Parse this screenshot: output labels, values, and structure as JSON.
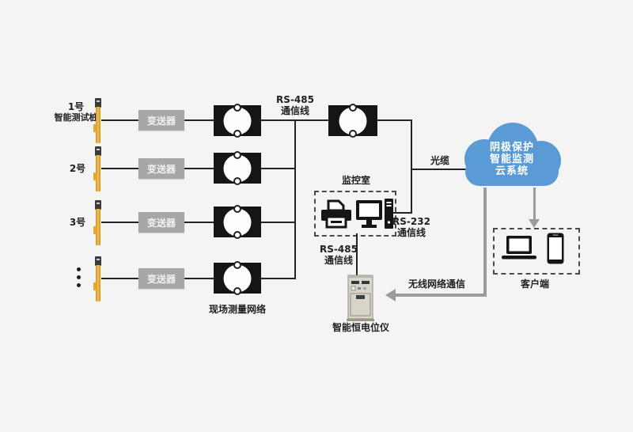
{
  "colors": {
    "background": "#f4f4f5",
    "cloud_blue": "#5b9bd5",
    "transmitter_gray": "#a7a7a7",
    "line_dark": "#242424",
    "line_gray": "#9b9b9b",
    "pile_yellow": "#f2c24f"
  },
  "rows": [
    {
      "label_top": "1号",
      "label_bottom": "智能测试桩",
      "transmitter": "变送器"
    },
    {
      "label_top": "2号",
      "transmitter": "变送器"
    },
    {
      "label_top": "3号",
      "transmitter": "变送器"
    },
    {
      "transmitter": "变送器"
    }
  ],
  "labels": {
    "rs485_top_l1": "RS-485",
    "rs485_top_l2": "通信线",
    "optical_cable": "光缆",
    "monitoring_room": "监控室",
    "rs232_l1": "RS-232",
    "rs232_l2": "通信线",
    "rs485_bottom_l1": "RS-485",
    "rs485_bottom_l2": "通信线",
    "field_network": "现场测量网络",
    "wireless": "无线网络通信",
    "potentiostat": "智能恒电位仪",
    "client": "客户端"
  },
  "cloud": {
    "line1": "阴极保护",
    "line2": "智能监测",
    "line3": "云系统"
  }
}
